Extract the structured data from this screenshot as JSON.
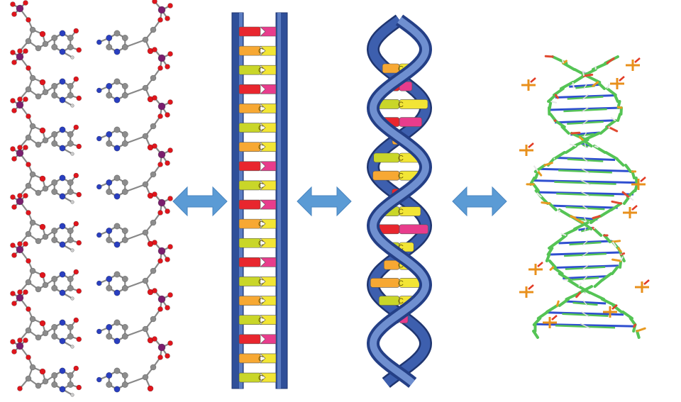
{
  "diagram": {
    "panels": [
      {
        "id": "chemical-structure",
        "kind": "ball-and-stick"
      },
      {
        "id": "ladder-schematic",
        "kind": "flat-ladder"
      },
      {
        "id": "double-helix-schematic",
        "kind": "twisted-ribbon"
      },
      {
        "id": "atomic-model",
        "kind": "stick-model"
      }
    ],
    "arrows": [
      {
        "between": [
          "chemical-structure",
          "ladder-schematic"
        ],
        "icon": "double-arrow-icon"
      },
      {
        "between": [
          "ladder-schematic",
          "double-helix-schematic"
        ],
        "icon": "double-arrow-icon"
      },
      {
        "between": [
          "double-helix-schematic",
          "atomic-model"
        ],
        "icon": "double-arrow-icon"
      }
    ],
    "colors": {
      "backbone_blue": "#2f4f99",
      "backbone_light": "#5b7cc2",
      "arrow_blue": "#5b9bd5",
      "base_red": "#e8262e",
      "base_pink": "#e83c8c",
      "base_orange": "#f7a833",
      "base_yellow": "#f2e535",
      "base_lime": "#c9d629",
      "carbon_grey": "#8c8c8c",
      "oxygen_red": "#e0151c",
      "nitrogen_blue": "#2a3fbf",
      "phosphorus_purple": "#7a1f6e",
      "model_green": "#55c455"
    },
    "ladder_rungs": [
      {
        "left": "#e8262e",
        "right": "#e83c8c",
        "letter": ""
      },
      {
        "left": "#f7a833",
        "right": "#f2e535",
        "letter": "C"
      },
      {
        "left": "#c9d629",
        "right": "#f2e535",
        "letter": "C"
      },
      {
        "left": "#e8262e",
        "right": "#e83c8c",
        "letter": ""
      },
      {
        "left": "#f7a833",
        "right": "#f2e535",
        "letter": "C"
      },
      {
        "left": "#c9d629",
        "right": "#f2e535",
        "letter": "C"
      },
      {
        "left": "#f7a833",
        "right": "#f2e535",
        "letter": "C"
      },
      {
        "left": "#e8262e",
        "right": "#e83c8c",
        "letter": ""
      },
      {
        "left": "#c9d629",
        "right": "#f2e535",
        "letter": "C"
      },
      {
        "left": "#e8262e",
        "right": "#e83c8c",
        "letter": ""
      },
      {
        "left": "#f7a833",
        "right": "#f2e535",
        "letter": "C"
      },
      {
        "left": "#c9d629",
        "right": "#f2e535",
        "letter": "C"
      },
      {
        "left": "#e8262e",
        "right": "#e83c8c",
        "letter": ""
      },
      {
        "left": "#c9d629",
        "right": "#f2e535",
        "letter": "C"
      },
      {
        "left": "#f7a833",
        "right": "#f2e535",
        "letter": "C"
      },
      {
        "left": "#c9d629",
        "right": "#f2e535",
        "letter": "C"
      },
      {
        "left": "#e8262e",
        "right": "#e83c8c",
        "letter": ""
      },
      {
        "left": "#f7a833",
        "right": "#f2e535",
        "letter": "C"
      },
      {
        "left": "#c9d629",
        "right": "#f2e535",
        "letter": "C"
      }
    ],
    "helix_rungs": [
      {
        "left": "#f7a833",
        "right": "#f2e535",
        "letter": "C"
      },
      {
        "left": "#e8262e",
        "right": "#e83c8c",
        "letter": ""
      },
      {
        "left": "#c9d629",
        "right": "#f2e535",
        "letter": "C"
      },
      {
        "left": "#e8262e",
        "right": "#e83c8c",
        "letter": ""
      },
      {
        "left": "#f7a833",
        "right": "#f2e535",
        "letter": "C"
      },
      {
        "left": "#c9d629",
        "right": "#f2e535",
        "letter": "C"
      },
      {
        "left": "#f7a833",
        "right": "#f2e535",
        "letter": "C"
      },
      {
        "left": "#e8262e",
        "right": "#e83c8c",
        "letter": ""
      },
      {
        "left": "#c9d629",
        "right": "#f2e535",
        "letter": "C"
      },
      {
        "left": "#e8262e",
        "right": "#e83c8c",
        "letter": ""
      },
      {
        "left": "#c9d629",
        "right": "#f2e535",
        "letter": "C"
      },
      {
        "left": "#f7a833",
        "right": "#f2e535",
        "letter": "C"
      },
      {
        "left": "#f7a833",
        "right": "#f2e535",
        "letter": "C"
      },
      {
        "left": "#c9d629",
        "right": "#f2e535",
        "letter": "C"
      },
      {
        "left": "#e8262e",
        "right": "#e83c8c",
        "letter": ""
      }
    ]
  }
}
